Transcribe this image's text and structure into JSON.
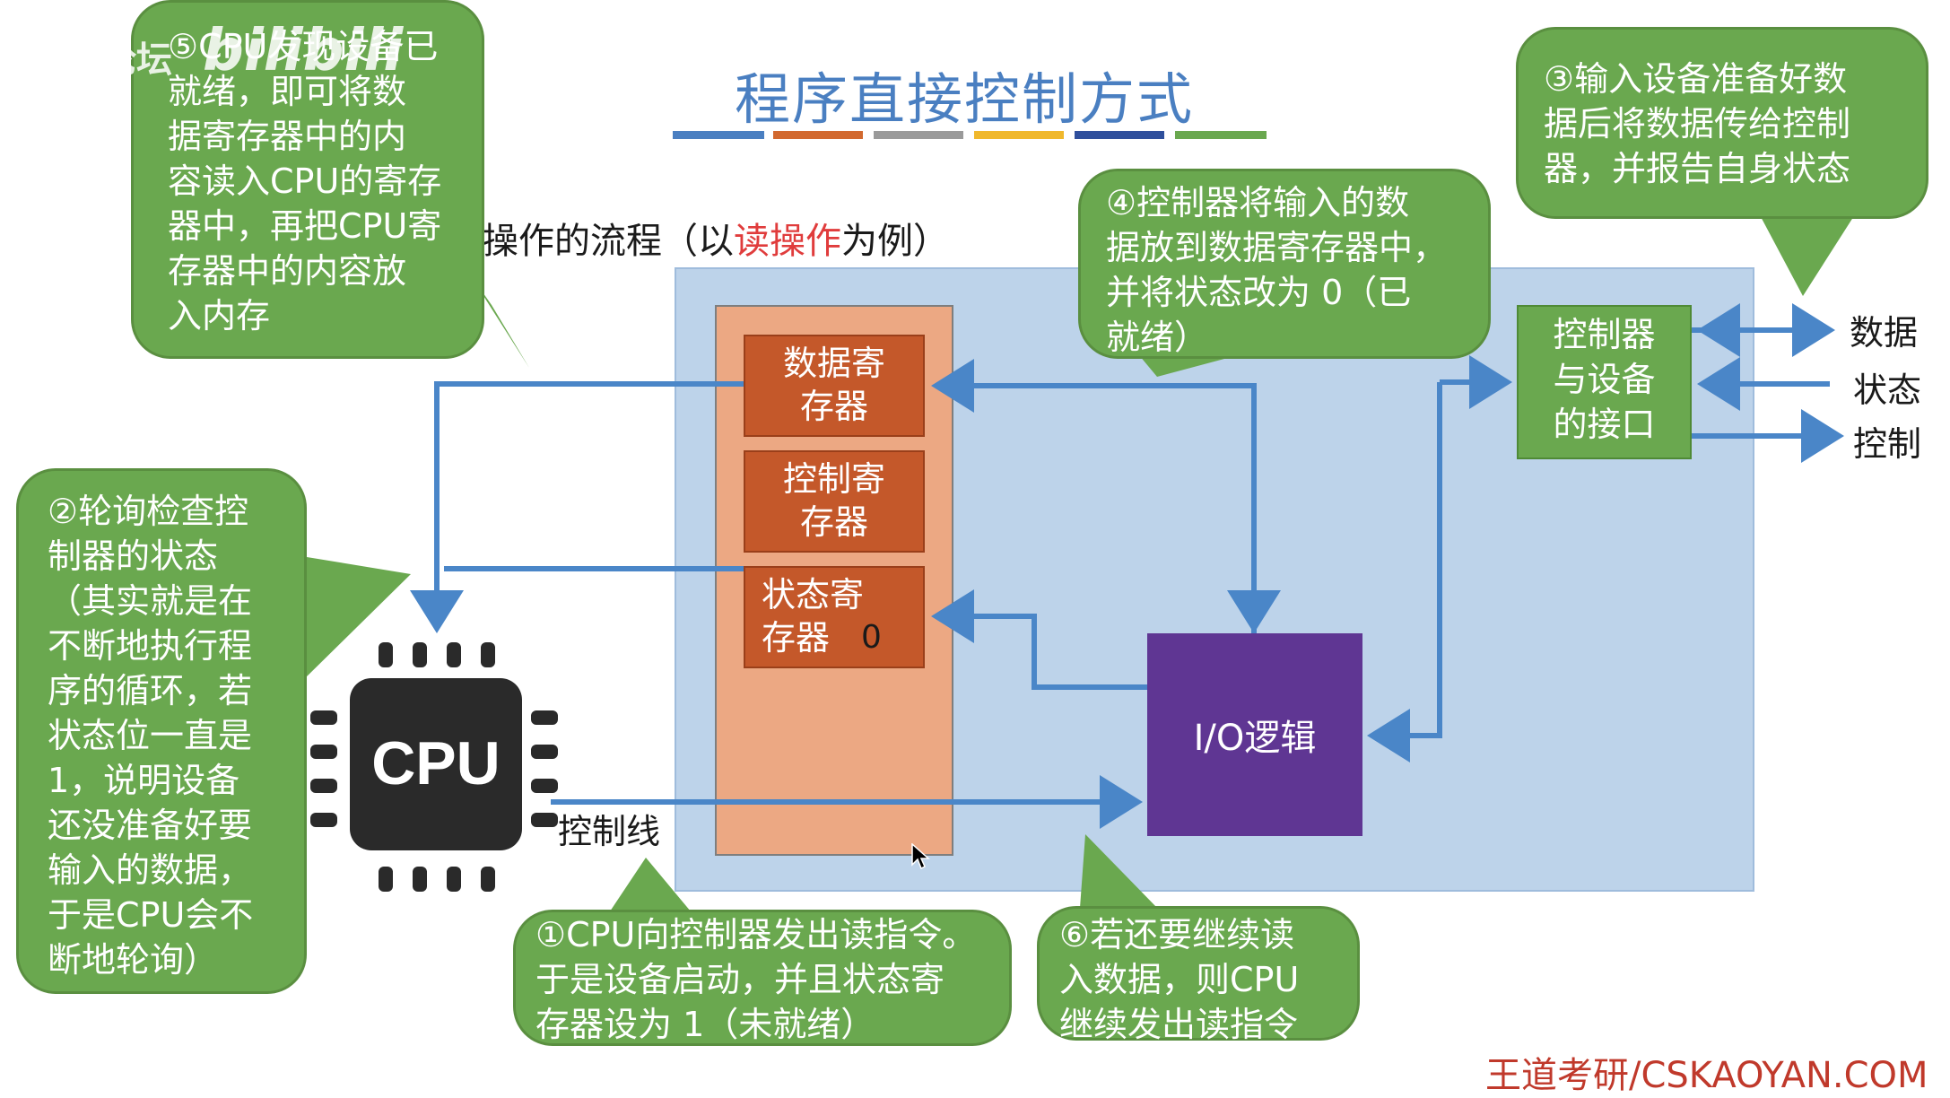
{
  "title": "程序直接控制方式",
  "title_bar_colors": [
    "#4a7fc1",
    "#d2692f",
    "#9a9a9a",
    "#f0b82c",
    "#2f4f9c",
    "#6aa84f"
  ],
  "watermark": {
    "left": "王道论坛",
    "bili": "bilibili"
  },
  "flow_caption": {
    "prefix": "操作的流程（以",
    "highlight": "读操作",
    "suffix": "为例）"
  },
  "registers": {
    "data": [
      "数据寄",
      "存器"
    ],
    "control": [
      "控制寄",
      "存器"
    ],
    "status": [
      "状态寄",
      "存器"
    ],
    "status_value": "0"
  },
  "io_logic": "I/O逻辑",
  "interface": [
    "控制器",
    "与设备",
    "的接口"
  ],
  "signals": {
    "data": "数据",
    "status": "状态",
    "control": "控制"
  },
  "control_line_label": "控制线",
  "cpu_label": "CPU",
  "bubbles": {
    "step5": [
      "⑤CPU发现设备已",
      "就绪，即可将数",
      "据寄存器中的内",
      "容读入CPU的寄存",
      "器中，再把CPU寄",
      "存器中的内容放",
      "入内存"
    ],
    "step3": [
      "③输入设备准备好数",
      "据后将数据传给控制",
      "器，并报告自身状态"
    ],
    "step4": [
      "④控制器将输入的数",
      "据放到数据寄存器中，",
      "并将状态改为 0（已",
      "就绪）"
    ],
    "step2": [
      "②轮询检查控",
      "制器的状态",
      "（其实就是在",
      "不断地执行程",
      "序的循环，若",
      "状态位一直是",
      "1，说明设备",
      "还没准备好要",
      "输入的数据，",
      "于是CPU会不",
      "断地轮询）"
    ],
    "step1": [
      "①CPU向控制器发出读指令。",
      "于是设备启动，并且状态寄",
      "存器设为 1（未就绪）"
    ],
    "step6": [
      "⑥若还要继续读",
      "入数据，则CPU",
      "继续发出读指令"
    ]
  },
  "footer": "王道考研/CSKAOYAN.COM",
  "colors": {
    "bubble_green": "#6aa84f",
    "register_orange": "#c4582a",
    "controller_bg": "#eca883",
    "panel_blue": "#bdd3ea",
    "io_purple": "#5f3693",
    "arrow_blue": "#4a86c8",
    "title_blue": "#4a7fc1"
  }
}
